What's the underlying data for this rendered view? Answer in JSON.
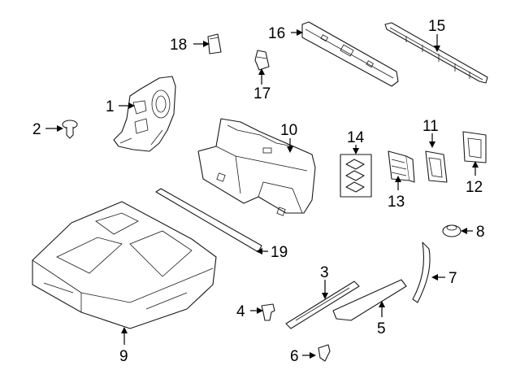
{
  "diagram": {
    "callouts": {
      "c1": "1",
      "c2": "2",
      "c3": "3",
      "c4": "4",
      "c5": "5",
      "c6": "6",
      "c7": "7",
      "c8": "8",
      "c9": "9",
      "c10": "10",
      "c11": "11",
      "c12": "12",
      "c13": "13",
      "c14": "14",
      "c15": "15",
      "c16": "16",
      "c17": "17",
      "c18": "18",
      "c19": "19"
    }
  },
  "colors": {
    "line": "#1a1a1a",
    "background": "#ffffff"
  }
}
